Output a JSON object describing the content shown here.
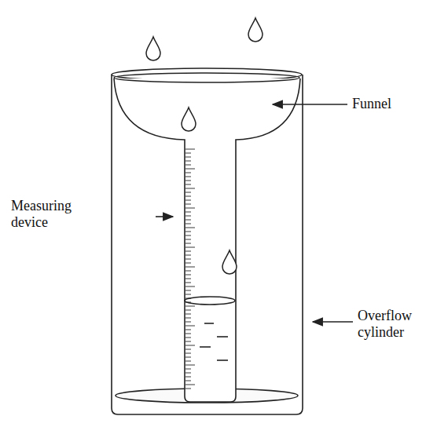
{
  "diagram": {
    "labels": [
      "Funnel",
      "Measuring device",
      "Overflow cylinder"
    ]
  }
}
